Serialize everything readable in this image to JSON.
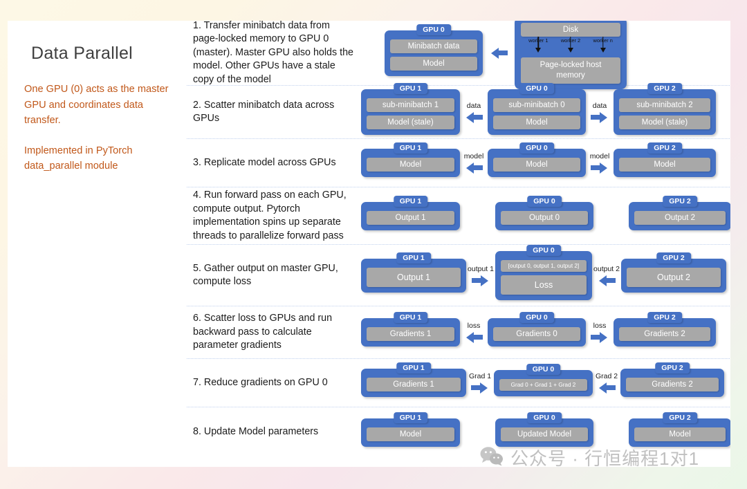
{
  "slide": {
    "title": "Data Parallel",
    "lead_paragraph_1": "One GPU (0) acts as the master GPU and coordinates data transfer.",
    "lead_paragraph_2": "Implemented in PyTorch data_parallel module",
    "accent_color": "#c1581a",
    "gpu_box_color": "#4571c4",
    "chip_color": "#a8a8a8",
    "separator_color": "#bfd0ee"
  },
  "steps": [
    {
      "index": "1",
      "text": "1. Transfer minibatch data from page-locked memory  to GPU 0 (master). Master GPU also holds the model. Other GPUs have a stale copy of the model",
      "gpu_center": {
        "badge": "GPU 0",
        "chips": [
          "Minibatch data",
          "Model"
        ]
      },
      "arrow": {
        "direction": "left",
        "label": ""
      },
      "host": {
        "disk_label": "Disk",
        "workers": [
          "worker 1",
          "worker 2",
          "worker n"
        ],
        "memory_label": "Page-locked host memory"
      }
    },
    {
      "index": "2",
      "text": "2. Scatter minibatch data across GPUs",
      "gpu_left": {
        "badge": "GPU 1",
        "chips": [
          "sub-minibatch 1",
          "Model (stale)"
        ]
      },
      "gpu_center": {
        "badge": "GPU 0",
        "chips": [
          "sub-minibatch 0",
          "Model"
        ]
      },
      "gpu_right": {
        "badge": "GPU 2",
        "chips": [
          "sub-minibatch 2",
          "Model (stale)"
        ]
      },
      "arrow_left": {
        "direction": "left",
        "label": "data"
      },
      "arrow_right": {
        "direction": "right",
        "label": "data"
      }
    },
    {
      "index": "3",
      "text": "3. Replicate model across GPUs",
      "gpu_left": {
        "badge": "GPU 1",
        "chips": [
          "Model"
        ]
      },
      "gpu_center": {
        "badge": "GPU 0",
        "chips": [
          "Model"
        ]
      },
      "gpu_right": {
        "badge": "GPU 2",
        "chips": [
          "Model"
        ]
      },
      "arrow_left": {
        "direction": "left",
        "label": "model"
      },
      "arrow_right": {
        "direction": "right",
        "label": "model"
      }
    },
    {
      "index": "4",
      "text": "4. Run forward pass on each GPU, compute output. Pytorch implementation spins up separate threads to parallelize forward pass",
      "gpu_left": {
        "badge": "GPU 1",
        "chips": [
          "Output 1"
        ]
      },
      "gpu_center": {
        "badge": "GPU 0",
        "chips": [
          "Output 0"
        ]
      },
      "gpu_right": {
        "badge": "GPU 2",
        "chips": [
          "Output 2"
        ]
      },
      "arrow_left": {
        "direction": "none",
        "label": ""
      },
      "arrow_right": {
        "direction": "none",
        "label": ""
      }
    },
    {
      "index": "5",
      "text": "5. Gather output on master GPU, compute loss",
      "gpu_left": {
        "badge": "GPU 1",
        "chips": [
          "Output 1"
        ]
      },
      "gpu_center": {
        "badge": "GPU 0",
        "chips": [
          "[output 0, output 1, output 2]",
          "Loss"
        ]
      },
      "gpu_right": {
        "badge": "GPU 2",
        "chips": [
          "Output  2"
        ]
      },
      "arrow_left": {
        "direction": "right",
        "label": "output 1"
      },
      "arrow_right": {
        "direction": "left",
        "label": "output 2"
      }
    },
    {
      "index": "6",
      "text": "6. Scatter loss to GPUs and run backward pass to calculate parameter gradients",
      "gpu_left": {
        "badge": "GPU 1",
        "chips": [
          "Gradients 1"
        ]
      },
      "gpu_center": {
        "badge": "GPU 0",
        "chips": [
          "Gradients 0"
        ]
      },
      "gpu_right": {
        "badge": "GPU 2",
        "chips": [
          "Gradients 2"
        ]
      },
      "arrow_left": {
        "direction": "left",
        "label": "loss"
      },
      "arrow_right": {
        "direction": "right",
        "label": "loss"
      }
    },
    {
      "index": "7",
      "text": "7. Reduce gradients on GPU 0",
      "gpu_left": {
        "badge": "GPU 1",
        "chips": [
          "Gradients 1"
        ]
      },
      "gpu_center": {
        "badge": "GPU 0",
        "chips": [
          "Grad 0 + Grad 1 + Grad 2"
        ]
      },
      "gpu_right": {
        "badge": "GPU 2",
        "chips": [
          "Gradients 2"
        ]
      },
      "arrow_left": {
        "direction": "right",
        "label": "Grad 1"
      },
      "arrow_right": {
        "direction": "left",
        "label": "Grad 2"
      }
    },
    {
      "index": "8",
      "text": "8. Update Model parameters",
      "gpu_left": {
        "badge": "GPU 1",
        "chips": [
          "Model"
        ]
      },
      "gpu_center": {
        "badge": "GPU 0",
        "chips": [
          "Updated Model"
        ]
      },
      "gpu_right": {
        "badge": "GPU 2",
        "chips": [
          "Model"
        ]
      },
      "arrow_left": {
        "direction": "none",
        "label": ""
      },
      "arrow_right": {
        "direction": "none",
        "label": ""
      }
    }
  ],
  "watermark": {
    "text": "公众号 · 行恒编程1对1",
    "logo": "wechat-icon"
  }
}
